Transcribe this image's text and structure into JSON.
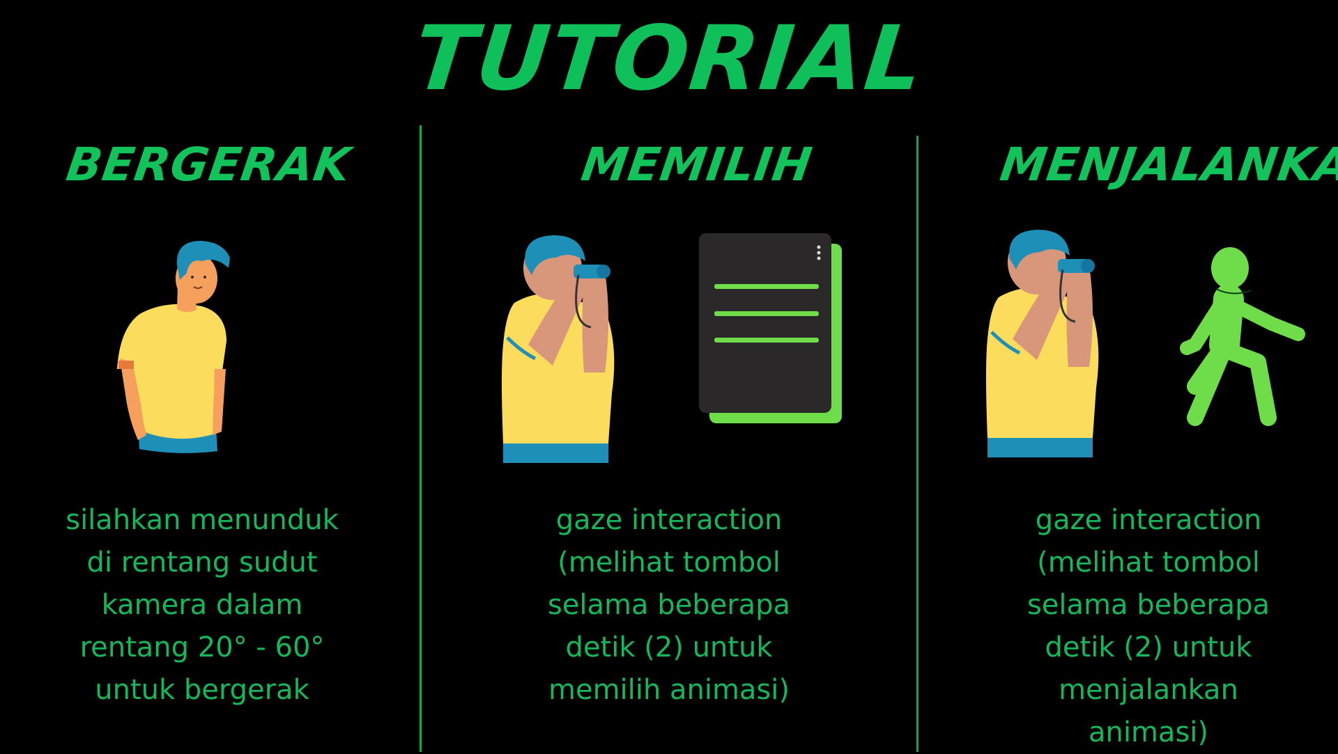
{
  "title": "TUTORIAL",
  "sections": [
    {
      "heading": "BERGERAK",
      "illustration": "man-looking-down-icon",
      "lines": [
        "silahkan menunduk",
        "di rentang sudut",
        "kamera dalam",
        "rentang 20° - 60°",
        "untuk bergerak"
      ]
    },
    {
      "heading": "MEMILIH",
      "illustration": "man-with-binoculars-icon",
      "secondary_illustration": "menu-document-icon",
      "lines": [
        "gaze interaction",
        "(melihat tombol",
        "selama beberapa",
        "detik (2) untuk",
        "memilih animasi)"
      ]
    },
    {
      "heading": "MENJALANKAN",
      "illustration": "man-with-binoculars-icon",
      "secondary_illustration": "walking-person-icon",
      "lines": [
        "gaze interaction",
        "(melihat tombol",
        "selama beberapa",
        "detik (2) untuk",
        "menjalankan",
        "animasi)"
      ]
    }
  ],
  "colors": {
    "background": "#000000",
    "accent_green": "#12c25a",
    "icon_green": "#6fdc4a",
    "shirt_yellow": "#fcdc5c",
    "hair_teal": "#1e8fb6",
    "skin": "#f5a15d"
  }
}
